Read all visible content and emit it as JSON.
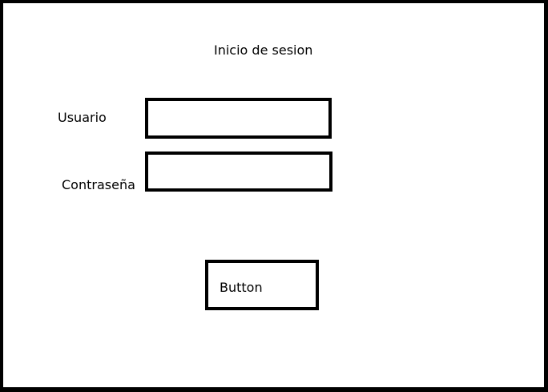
{
  "form": {
    "title": "Inicio de sesion",
    "username_label": "Usuario",
    "username_value": "",
    "password_label": "Contraseña",
    "password_value": "",
    "submit_label": "Button"
  }
}
